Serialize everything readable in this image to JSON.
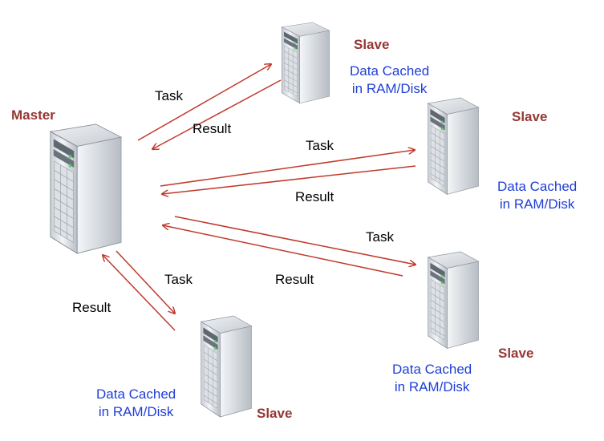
{
  "colors": {
    "arrow": "#c0392b",
    "role_text": "#953735",
    "cache_text": "#1f3fd6",
    "edge_text": "#000000",
    "server_light": "#f2f4f6",
    "server_mid": "#c9ced4",
    "server_dark": "#7d858e",
    "led_green": "#4cd964"
  },
  "master": {
    "label": "Master",
    "icon": "server-tower-icon"
  },
  "slaves": [
    {
      "label": "Slave",
      "cache_line1": "Data Cached",
      "cache_line2": "in RAM/Disk",
      "icon": "server-tower-icon"
    },
    {
      "label": "Slave",
      "cache_line1": "Data Cached",
      "cache_line2": "in RAM/Disk",
      "icon": "server-tower-icon"
    },
    {
      "label": "Slave",
      "cache_line1": "Data Cached",
      "cache_line2": "in RAM/Disk",
      "icon": "server-tower-icon"
    },
    {
      "label": "Slave",
      "cache_line1": "Data Cached",
      "cache_line2": "in RAM/Disk",
      "icon": "server-tower-icon"
    }
  ],
  "edges": [
    {
      "task_label": "Task",
      "result_label": "Result"
    },
    {
      "task_label": "Task",
      "result_label": "Result"
    },
    {
      "task_label": "Task",
      "result_label": "Result"
    },
    {
      "task_label": "Task",
      "result_label": "Result"
    }
  ]
}
